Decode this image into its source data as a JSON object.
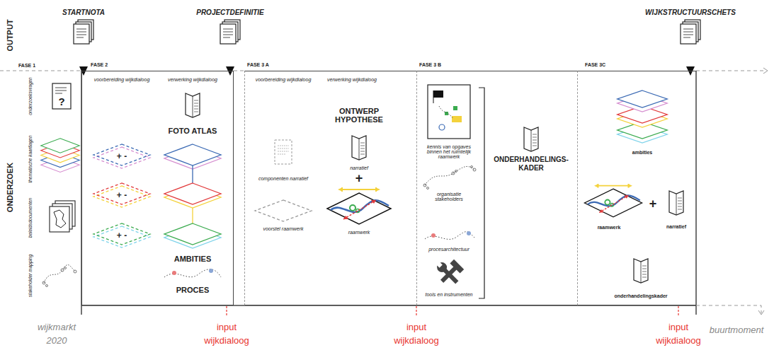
{
  "diagram": {
    "nodes": [
      {
        "text": [
          "FASE 2"
        ]
      },
      {
        "text": [
          "FASE 3 A"
        ]
      },
      {
        "text": [
          "FASE 3 B"
        ]
      },
      {
        "text": [
          "FASE 3C"
        ]
      }
    ],
    "labels": [
      "OUTPUT",
      "STARTNOTA",
      "PROJECTDEFINITIE",
      "WIJKSTRUCTUURSCHETS",
      "FASE 1",
      "ONDERZOEK",
      "onderzoeksvragen",
      "thematische kaartlagen",
      "beleidsdocumenten",
      "stakeholder mapping",
      "?",
      "voorbereiding wijkdialoog",
      "verwerking wijkdialoog",
      "+ -",
      "+ -",
      "+ -",
      "FOTO ATLAS",
      "AMBITIES",
      "PROCES",
      "voorbereiding wijkdialoog",
      "verwerking wijkdialoog",
      "componenten narratief",
      "voorstel raamwerk",
      "ONTWERP HYPOTHESE",
      "narratief",
      "+",
      "raamwerk",
      "kennis van opgaves binnen het ruimtelijk raamwerk",
      "organisatie stakeholders",
      "procesarchitectuur",
      "tools en instrumenten",
      "ONDERHANDELINGS-KADER",
      "ambities",
      "raamwerk",
      "+",
      "narratief",
      "onderhandelingskader",
      "wijkmarkt 2020",
      "input wijkdialoog",
      "input wijkdialoog",
      "input wijkdialoog",
      "buurtmoment"
    ]
  }
}
